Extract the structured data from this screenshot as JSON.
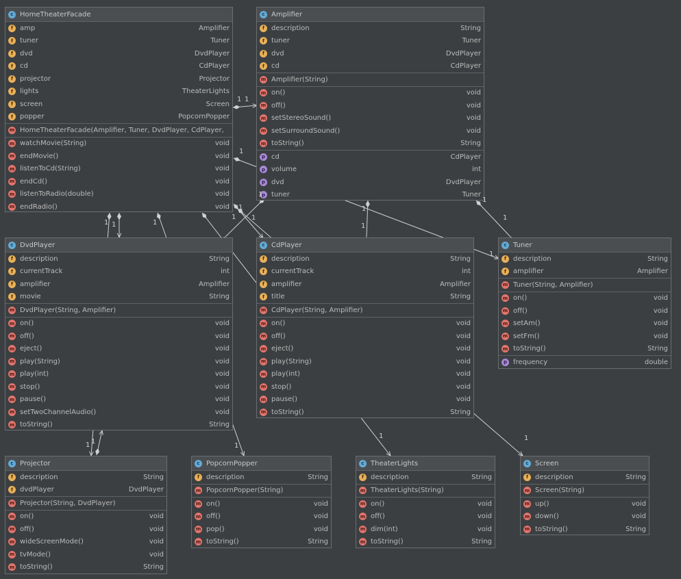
{
  "colors": {
    "background": "#3c3f41",
    "header": "#4b4e51",
    "class_icon": "#64aad6",
    "field_icon": "#e8b05a",
    "method_icon": "#e0766e",
    "property_icon": "#a88ad8",
    "link": "#d0d0d0"
  },
  "icons": {
    "class": "c-badge-icon",
    "field": "f-badge-icon",
    "method": "m-badge-icon",
    "property": "p-badge-icon"
  },
  "multiplicity": "1",
  "classes": {
    "facade": {
      "name": "HomeTheaterFacade",
      "fields": [
        {
          "name": "amp",
          "type": "Amplifier"
        },
        {
          "name": "tuner",
          "type": "Tuner"
        },
        {
          "name": "dvd",
          "type": "DvdPlayer"
        },
        {
          "name": "cd",
          "type": "CdPlayer"
        },
        {
          "name": "projector",
          "type": "Projector"
        },
        {
          "name": "lights",
          "type": "TheaterLights"
        },
        {
          "name": "screen",
          "type": "Screen"
        },
        {
          "name": "popper",
          "type": "PopcornPopper"
        }
      ],
      "constructors": [
        {
          "name": "HomeTheaterFacade(Amplifier, Tuner, DvdPlayer, CdPlayer, Proje",
          "type": ""
        }
      ],
      "methods": [
        {
          "name": "watchMovie(String)",
          "type": "void"
        },
        {
          "name": "endMovie()",
          "type": "void"
        },
        {
          "name": "listenToCd(String)",
          "type": "void"
        },
        {
          "name": "endCd()",
          "type": "void"
        },
        {
          "name": "listenToRadio(double)",
          "type": "void"
        },
        {
          "name": "endRadio()",
          "type": "void"
        }
      ]
    },
    "amplifier": {
      "name": "Amplifier",
      "fields": [
        {
          "name": "description",
          "type": "String"
        },
        {
          "name": "tuner",
          "type": "Tuner"
        },
        {
          "name": "dvd",
          "type": "DvdPlayer"
        },
        {
          "name": "cd",
          "type": "CdPlayer"
        }
      ],
      "constructors": [
        {
          "name": "Amplifier(String)",
          "type": ""
        }
      ],
      "methods": [
        {
          "name": "on()",
          "type": "void"
        },
        {
          "name": "off()",
          "type": "void"
        },
        {
          "name": "setStereoSound()",
          "type": "void"
        },
        {
          "name": "setSurroundSound()",
          "type": "void"
        },
        {
          "name": "toString()",
          "type": "String"
        }
      ],
      "properties": [
        {
          "name": "cd",
          "type": "CdPlayer"
        },
        {
          "name": "volume",
          "type": "int"
        },
        {
          "name": "dvd",
          "type": "DvdPlayer"
        },
        {
          "name": "tuner",
          "type": "Tuner"
        }
      ]
    },
    "dvdplayer": {
      "name": "DvdPlayer",
      "fields": [
        {
          "name": "description",
          "type": "String"
        },
        {
          "name": "currentTrack",
          "type": "int"
        },
        {
          "name": "amplifier",
          "type": "Amplifier"
        },
        {
          "name": "movie",
          "type": "String"
        }
      ],
      "constructors": [
        {
          "name": "DvdPlayer(String, Amplifier)",
          "type": ""
        }
      ],
      "methods": [
        {
          "name": "on()",
          "type": "void"
        },
        {
          "name": "off()",
          "type": "void"
        },
        {
          "name": "eject()",
          "type": "void"
        },
        {
          "name": "play(String)",
          "type": "void"
        },
        {
          "name": "play(int)",
          "type": "void"
        },
        {
          "name": "stop()",
          "type": "void"
        },
        {
          "name": "pause()",
          "type": "void"
        },
        {
          "name": "setTwoChannelAudio()",
          "type": "void"
        },
        {
          "name": "toString()",
          "type": "String"
        }
      ]
    },
    "cdplayer": {
      "name": "CdPlayer",
      "fields": [
        {
          "name": "description",
          "type": "String"
        },
        {
          "name": "currentTrack",
          "type": "int"
        },
        {
          "name": "amplifier",
          "type": "Amplifier"
        },
        {
          "name": "title",
          "type": "String"
        }
      ],
      "constructors": [
        {
          "name": "CdPlayer(String, Amplifier)",
          "type": ""
        }
      ],
      "methods": [
        {
          "name": "on()",
          "type": "void"
        },
        {
          "name": "off()",
          "type": "void"
        },
        {
          "name": "eject()",
          "type": "void"
        },
        {
          "name": "play(String)",
          "type": "void"
        },
        {
          "name": "play(int)",
          "type": "void"
        },
        {
          "name": "stop()",
          "type": "void"
        },
        {
          "name": "pause()",
          "type": "void"
        },
        {
          "name": "toString()",
          "type": "String"
        }
      ]
    },
    "tuner": {
      "name": "Tuner",
      "fields": [
        {
          "name": "description",
          "type": "String"
        },
        {
          "name": "amplifier",
          "type": "Amplifier"
        }
      ],
      "constructors": [
        {
          "name": "Tuner(String, Amplifier)",
          "type": ""
        }
      ],
      "methods": [
        {
          "name": "on()",
          "type": "void"
        },
        {
          "name": "off()",
          "type": "void"
        },
        {
          "name": "setAm()",
          "type": "void"
        },
        {
          "name": "setFm()",
          "type": "void"
        },
        {
          "name": "toString()",
          "type": "String"
        }
      ],
      "properties": [
        {
          "name": "frequency",
          "type": "double"
        }
      ]
    },
    "projector": {
      "name": "Projector",
      "fields": [
        {
          "name": "description",
          "type": "String"
        },
        {
          "name": "dvdPlayer",
          "type": "DvdPlayer"
        }
      ],
      "constructors": [
        {
          "name": "Projector(String, DvdPlayer)",
          "type": ""
        }
      ],
      "methods": [
        {
          "name": "on()",
          "type": "void"
        },
        {
          "name": "off()",
          "type": "void"
        },
        {
          "name": "wideScreenMode()",
          "type": "void"
        },
        {
          "name": "tvMode()",
          "type": "void"
        },
        {
          "name": "toString()",
          "type": "String"
        }
      ]
    },
    "popcorn": {
      "name": "PopcornPopper",
      "fields": [
        {
          "name": "description",
          "type": "String"
        }
      ],
      "constructors": [
        {
          "name": "PopcornPopper(String)",
          "type": ""
        }
      ],
      "methods": [
        {
          "name": "on()",
          "type": "void"
        },
        {
          "name": "off()",
          "type": "void"
        },
        {
          "name": "pop()",
          "type": "void"
        },
        {
          "name": "toString()",
          "type": "String"
        }
      ]
    },
    "lights": {
      "name": "TheaterLights",
      "fields": [
        {
          "name": "description",
          "type": "String"
        }
      ],
      "constructors": [
        {
          "name": "TheaterLights(String)",
          "type": ""
        }
      ],
      "methods": [
        {
          "name": "on()",
          "type": "void"
        },
        {
          "name": "off()",
          "type": "void"
        },
        {
          "name": "dim(int)",
          "type": "void"
        },
        {
          "name": "toString()",
          "type": "String"
        }
      ]
    },
    "screen": {
      "name": "Screen",
      "fields": [
        {
          "name": "description",
          "type": "String"
        }
      ],
      "constructors": [
        {
          "name": "Screen(String)",
          "type": ""
        }
      ],
      "methods": [
        {
          "name": "up()",
          "type": "void"
        },
        {
          "name": "down()",
          "type": "void"
        },
        {
          "name": "toString()",
          "type": "String"
        }
      ]
    }
  }
}
